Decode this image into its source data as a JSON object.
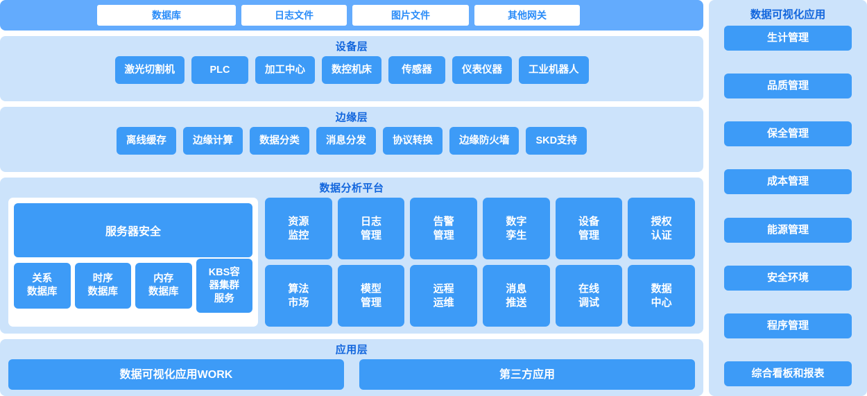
{
  "source_bar": {
    "name": "data-source-bar",
    "items": [
      {
        "label": "数据库"
      },
      {
        "label": "日志文件"
      },
      {
        "label": "图片文件"
      },
      {
        "label": "其他网关"
      }
    ]
  },
  "device_layer": {
    "title": "设备层",
    "items": [
      {
        "label": "激光切割机"
      },
      {
        "label": "PLC"
      },
      {
        "label": "加工中心"
      },
      {
        "label": "数控机床"
      },
      {
        "label": "传感器"
      },
      {
        "label": "仪表仪器"
      },
      {
        "label": "工业机器人"
      }
    ]
  },
  "edge_layer": {
    "title": "边缘层",
    "items": [
      {
        "label": "离线缓存"
      },
      {
        "label": "边缘计算"
      },
      {
        "label": "数据分类"
      },
      {
        "label": "消息分发"
      },
      {
        "label": "协议转换"
      },
      {
        "label": "边缘防火墙"
      },
      {
        "label": "SKD支持"
      }
    ]
  },
  "platform_layer": {
    "title": "数据分析平台",
    "server_card": {
      "security_label": "服务器安全",
      "databases": [
        {
          "label": "关系\n数据库"
        },
        {
          "label": "时序\n数据库"
        },
        {
          "label": "内存\n数据库"
        },
        {
          "label": "KBS容\n器集群\n服务"
        }
      ]
    },
    "services": [
      {
        "label": "资源\n监控"
      },
      {
        "label": "日志\n管理"
      },
      {
        "label": "告警\n管理"
      },
      {
        "label": "数字\n孪生"
      },
      {
        "label": "设备\n管理"
      },
      {
        "label": "授权\n认证"
      },
      {
        "label": "算法\n市场"
      },
      {
        "label": "模型\n管理"
      },
      {
        "label": "远程\n运维"
      },
      {
        "label": "消息\n推送"
      },
      {
        "label": "在线\n调试"
      },
      {
        "label": "数据\n中心"
      }
    ]
  },
  "application_layer": {
    "title": "应用层",
    "items": [
      {
        "label": "数据可视化应用WORK"
      },
      {
        "label": "第三方应用"
      }
    ]
  },
  "sidebar": {
    "title": "数据可视化应用",
    "items": [
      {
        "label": "生计管理"
      },
      {
        "label": "品质管理"
      },
      {
        "label": "保全管理"
      },
      {
        "label": "成本管理"
      },
      {
        "label": "能源管理"
      },
      {
        "label": "安全环境"
      },
      {
        "label": "程序管理"
      },
      {
        "label": "综合看板和报表"
      }
    ]
  },
  "colors": {
    "chip_blue": "#3d9bf7",
    "section_bg": "#cce3fb",
    "source_bar_bg": "#63abfd",
    "title_text": "#1266dd",
    "white": "#ffffff"
  }
}
